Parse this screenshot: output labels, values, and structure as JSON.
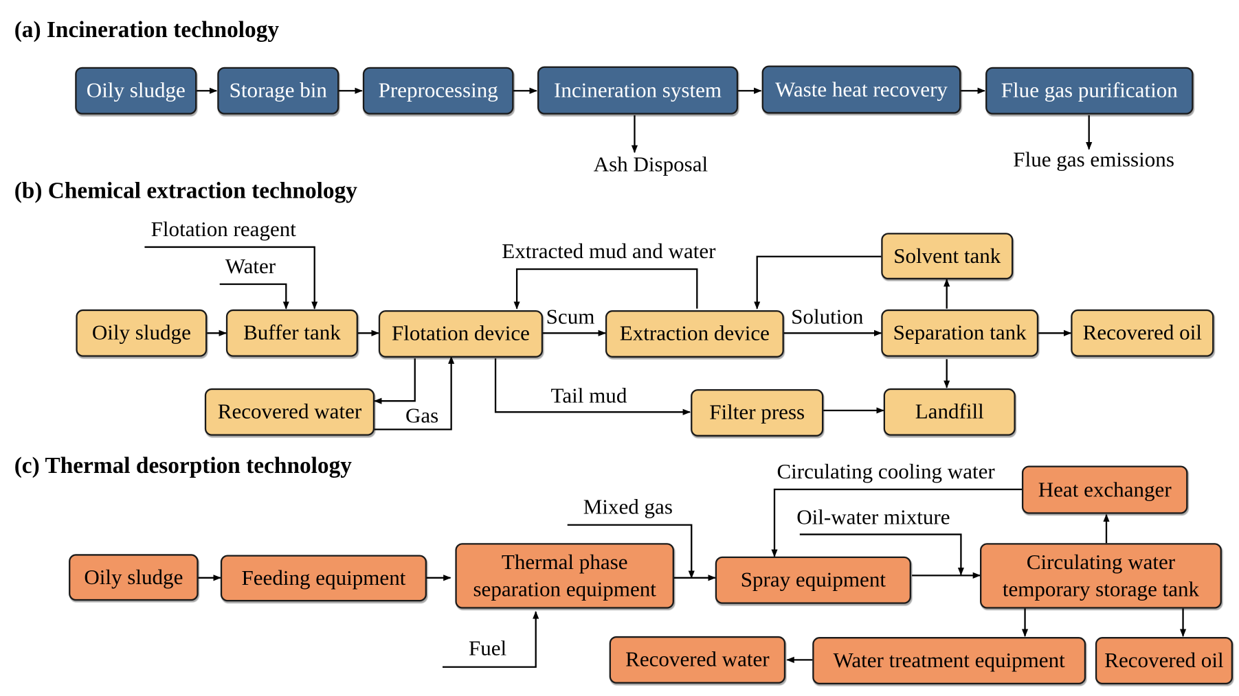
{
  "sections": {
    "a": {
      "title": "(a)  Incineration technology",
      "boxes": [
        "Oily sludge",
        "Storage bin",
        "Preprocessing",
        "Incineration system",
        "Waste heat recovery",
        "Flue gas purification"
      ],
      "labels": {
        "ash": "Ash Disposal",
        "flue": "Flue gas emissions"
      }
    },
    "b": {
      "title": "(b)  Chemical extraction technology",
      "boxes": {
        "oily": "Oily sludge",
        "buffer": "Buffer tank",
        "flotation": "Flotation device",
        "extraction": "Extraction device",
        "separation": "Separation tank",
        "recoil": "Recovered oil",
        "solvent": "Solvent tank",
        "recwater": "Recovered water",
        "filter": "Filter press",
        "landfill": "Landfill"
      },
      "labels": {
        "reagent": "Flotation reagent",
        "water": "Water",
        "mud": "Extracted mud and water",
        "scum": "Scum",
        "solution": "Solution",
        "gas": "Gas",
        "tail": "Tail mud"
      }
    },
    "c": {
      "title": "(c)  Thermal desorption technology",
      "boxes": {
        "oily": "Oily sludge",
        "feeding": "Feeding equipment",
        "thermal1": "Thermal phase",
        "thermal2": "separation equipment",
        "spray": "Spray equipment",
        "circ1": "Circulating water",
        "circ2": "temporary storage tank",
        "heat": "Heat exchanger",
        "recwater": "Recovered water",
        "treat": "Water treatment equipment",
        "recoil": "Recovered oil"
      },
      "labels": {
        "mixed": "Mixed gas",
        "fuel": "Fuel",
        "cooling": "Circulating cooling water",
        "oilwater": "Oil-water mixture"
      }
    }
  },
  "colors": {
    "blue": "#436890",
    "yellow": "#f7cf87",
    "orange": "#f19663"
  }
}
